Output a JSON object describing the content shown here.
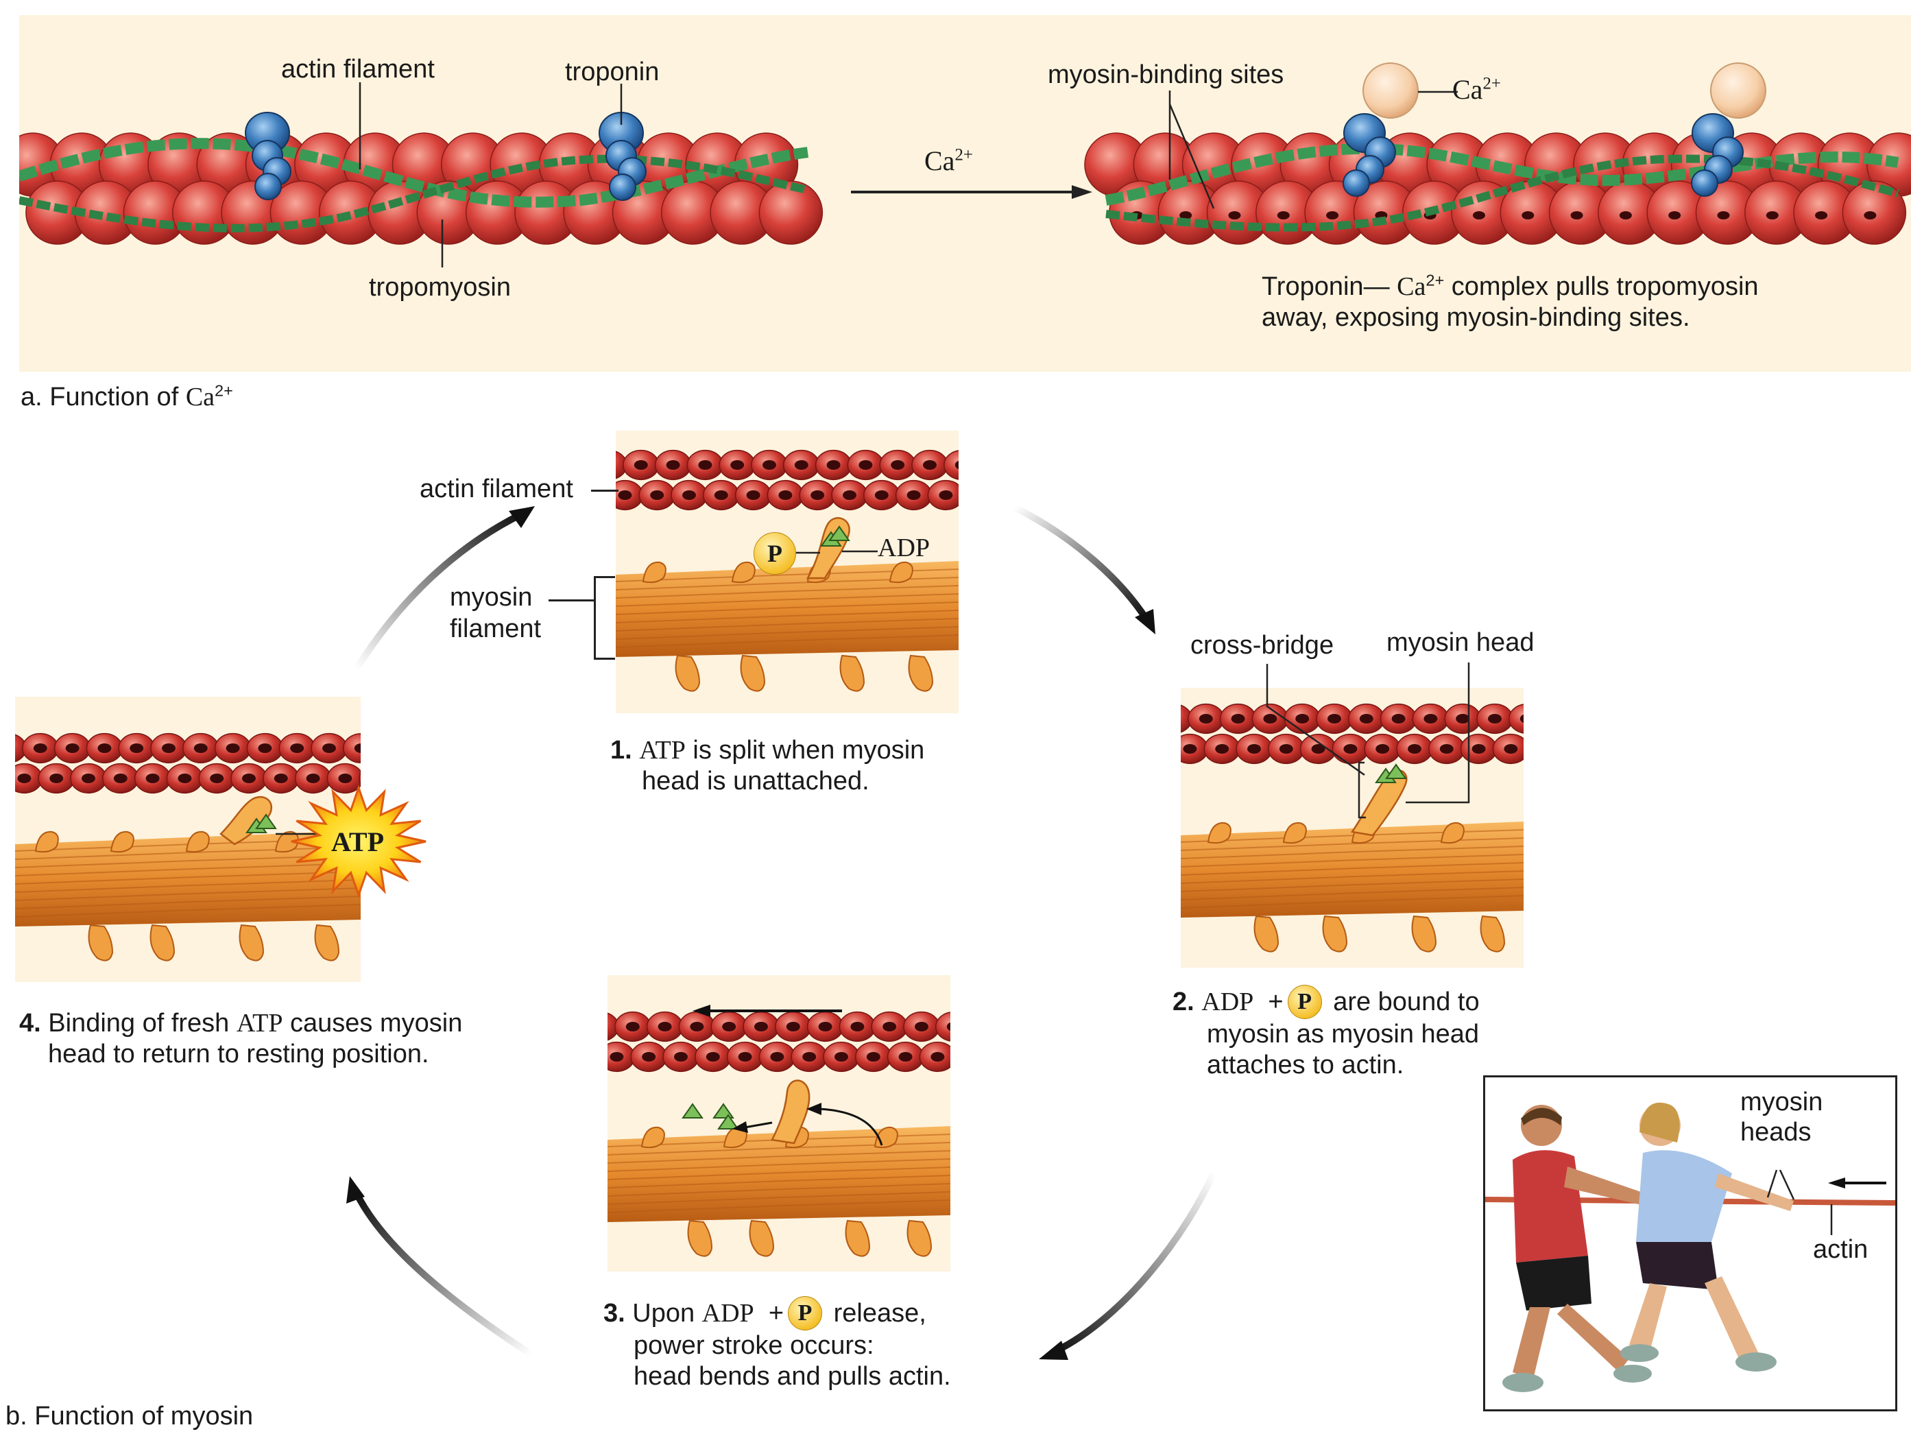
{
  "part_a": {
    "caption_prefix": "a. Function of",
    "ion": "Ca",
    "charge": "2+",
    "labels": {
      "actin_filament": "actin filament",
      "troponin": "troponin",
      "tropomyosin": "tropomyosin",
      "myosin_binding_sites": "myosin-binding sites",
      "ca_ion": "Ca",
      "ca_charge": "2+",
      "arrow_ion": "Ca",
      "arrow_charge": "2+"
    },
    "description_line1_prefix": "Troponin—",
    "description_ion": "Ca",
    "description_charge": "2+",
    "description_line1_suffix": "complex pulls tropomyosin",
    "description_line2": "away, exposing myosin-binding sites."
  },
  "part_b": {
    "caption": "b. Function of myosin",
    "labels": {
      "actin_filament": "actin filament",
      "myosin_filament_line1": "myosin",
      "myosin_filament_line2": "filament",
      "adp": "ADP",
      "p": "P",
      "cross_bridge": "cross-bridge",
      "myosin_head": "myosin head",
      "atp": "ATP"
    },
    "steps": [
      {
        "num": "1.",
        "serif": "ATP",
        "text1": "is split when myosin",
        "text2": "head is unattached."
      },
      {
        "num": "2.",
        "serif": "ADP",
        "plus": "+",
        "p": "P",
        "text1": "are bound to",
        "text2": "myosin as myosin head",
        "text3": "attaches to actin."
      },
      {
        "num": "3.",
        "pre": "Upon",
        "serif": "ADP",
        "plus": "+",
        "p": "P",
        "text1": "release,",
        "text2": "power stroke occurs:",
        "text3": "head bends and pulls actin."
      },
      {
        "num": "4.",
        "pre": "Binding of fresh",
        "serif": "ATP",
        "text1": "causes myosin",
        "text2": "head to return to resting position."
      }
    ],
    "inset": {
      "myosin_heads_line1": "myosin",
      "myosin_heads_line2": "heads",
      "actin": "actin"
    }
  },
  "colors": {
    "panel_bg": "#fdf3de",
    "actin_red": "#d8413a",
    "tropomyosin_green": "#3a9a55",
    "troponin_blue": "#3f7fbf",
    "calcium_peach": "#f6cfa8",
    "myosin_orange": "#f0a040",
    "atp_yellow": "#ffd21a"
  }
}
